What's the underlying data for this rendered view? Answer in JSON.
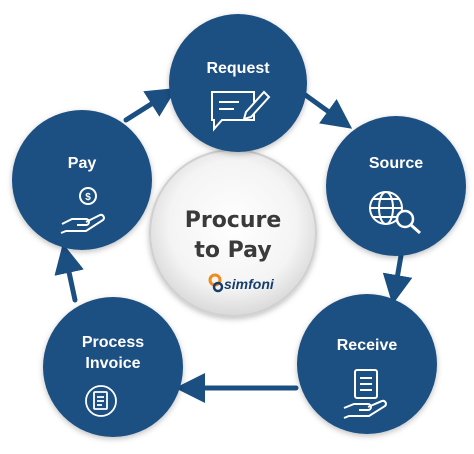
{
  "center": {
    "title_line1": "Procure",
    "title_line2": "to Pay",
    "brand": "simfoni"
  },
  "stages": [
    {
      "label": "Request",
      "icon": "chat-edit-icon"
    },
    {
      "label": "Source",
      "icon": "globe-search-icon"
    },
    {
      "label": "Receive",
      "icon": "document-hand-icon"
    },
    {
      "label_line1": "Process",
      "label_line2": "Invoice",
      "icon": "invoice-icon"
    },
    {
      "label": "Pay",
      "icon": "hand-dollar-icon"
    }
  ],
  "colors": {
    "node_fill": "#1b4f82",
    "arrow": "#1b4f82",
    "brand_orange": "#f08a1c",
    "brand_navy": "#163e6c"
  }
}
